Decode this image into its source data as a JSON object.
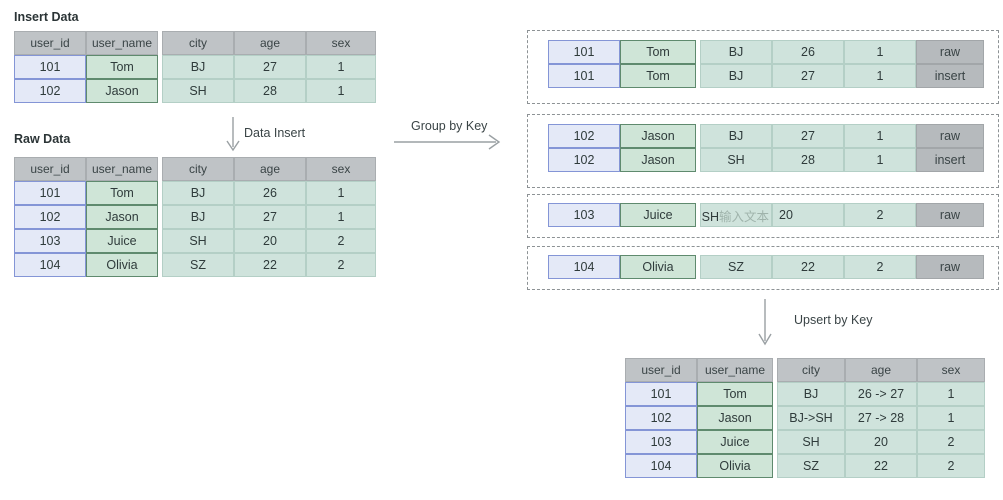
{
  "diagram": {
    "title_insert": "Insert Data",
    "title_raw": "Raw Data",
    "arrows": {
      "data_insert": "Data Insert",
      "group_by_key": "Group by Key",
      "upsert_by_key": "Upsert by Key"
    }
  },
  "columns": {
    "user_id": "user_id",
    "user_name": "user_name",
    "city": "city",
    "age": "age",
    "sex": "sex"
  },
  "insert_table": {
    "headers": [
      "user_id",
      "user_name",
      "city",
      "age",
      "sex"
    ],
    "rows": [
      {
        "user_id": "101",
        "user_name": "Tom",
        "city": "BJ",
        "age": "27",
        "sex": "1"
      },
      {
        "user_id": "102",
        "user_name": "Jason",
        "city": "SH",
        "age": "28",
        "sex": "1"
      }
    ]
  },
  "raw_table": {
    "headers": [
      "user_id",
      "user_name",
      "city",
      "age",
      "sex"
    ],
    "rows": [
      {
        "user_id": "101",
        "user_name": "Tom",
        "city": "BJ",
        "age": "26",
        "sex": "1"
      },
      {
        "user_id": "102",
        "user_name": "Jason",
        "city": "BJ",
        "age": "27",
        "sex": "1"
      },
      {
        "user_id": "103",
        "user_name": "Juice",
        "city": "SH",
        "age": "20",
        "sex": "2"
      },
      {
        "user_id": "104",
        "user_name": "Olivia",
        "city": "SZ",
        "age": "22",
        "sex": "2"
      }
    ]
  },
  "groups": [
    {
      "key": "101",
      "rows": [
        {
          "user_id": "101",
          "user_name": "Tom",
          "city": "BJ",
          "age": "26",
          "sex": "1",
          "flag": "raw"
        },
        {
          "user_id": "101",
          "user_name": "Tom",
          "city": "BJ",
          "age": "27",
          "sex": "1",
          "flag": "insert"
        }
      ]
    },
    {
      "key": "102",
      "rows": [
        {
          "user_id": "102",
          "user_name": "Jason",
          "city": "BJ",
          "age": "27",
          "sex": "1",
          "flag": "raw"
        },
        {
          "user_id": "102",
          "user_name": "Jason",
          "city": "SH",
          "age": "28",
          "sex": "1",
          "flag": "insert"
        }
      ]
    },
    {
      "key": "103",
      "rows": [
        {
          "user_id": "103",
          "user_name": "Juice",
          "city": "SH",
          "city_ghost": "输入文本",
          "age": "20",
          "sex": "2",
          "flag": "raw"
        }
      ]
    },
    {
      "key": "104",
      "rows": [
        {
          "user_id": "104",
          "user_name": "Olivia",
          "city": "SZ",
          "age": "22",
          "sex": "2",
          "flag": "raw"
        }
      ]
    }
  ],
  "result_table": {
    "headers": [
      "user_id",
      "user_name",
      "city",
      "age",
      "sex"
    ],
    "rows": [
      {
        "user_id": "101",
        "user_name": "Tom",
        "city": "BJ",
        "age": "26 -> 27",
        "sex": "1"
      },
      {
        "user_id": "102",
        "user_name": "Jason",
        "city": "BJ->SH",
        "age": "27 -> 28",
        "sex": "1"
      },
      {
        "user_id": "103",
        "user_name": "Juice",
        "city": "SH",
        "age": "20",
        "sex": "2"
      },
      {
        "user_id": "104",
        "user_name": "Olivia",
        "city": "SZ",
        "age": "22",
        "sex": "2"
      }
    ]
  },
  "colors": {
    "header_gray": "#bfc3c6",
    "id_lavender": "#e4e9f7",
    "id_border_blue": "#8495d6",
    "name_green": "#cfe5d7",
    "name_border_green": "#5f8a6e",
    "value_green": "#cfe3dc",
    "flag_gray": "#b6babd"
  }
}
